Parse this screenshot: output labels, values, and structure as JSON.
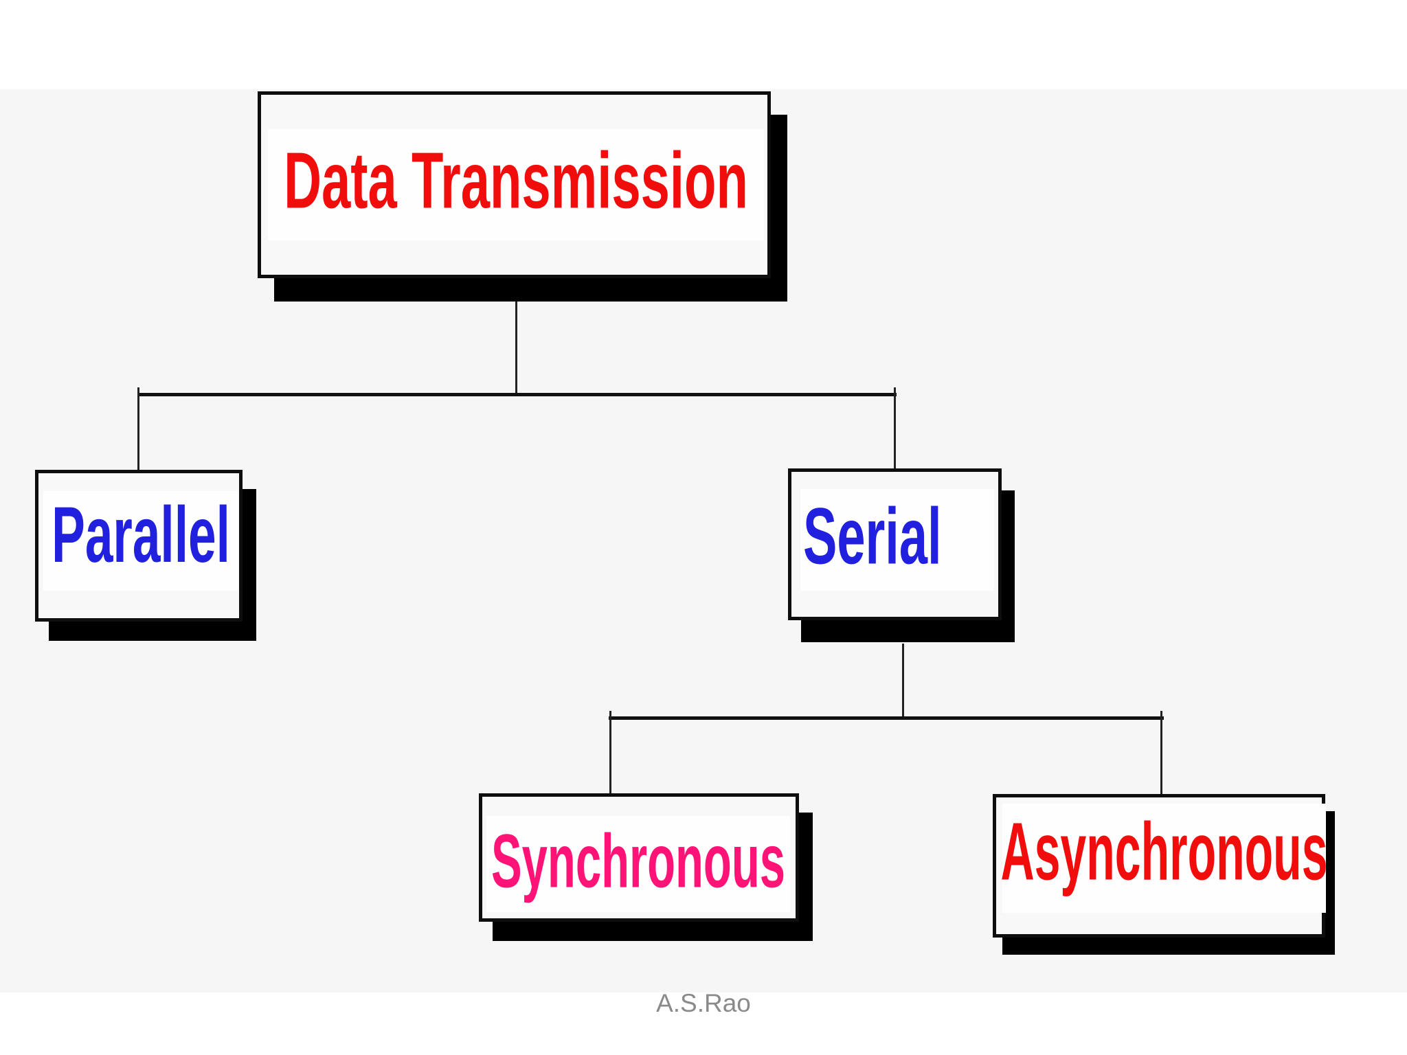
{
  "diagram": {
    "type": "tree",
    "nodes": [
      {
        "id": "data-transmission",
        "label": "Data Transmission",
        "level": 0,
        "text_color": "#f20d0d"
      },
      {
        "id": "parallel",
        "label": "Parallel",
        "level": 1,
        "text_color": "#2020de"
      },
      {
        "id": "serial",
        "label": "Serial",
        "level": 1,
        "text_color": "#2020de"
      },
      {
        "id": "synchronous",
        "label": "Synchronous",
        "level": 2,
        "text_color": "#ff1377"
      },
      {
        "id": "asynchronous",
        "label": "Asynchronous",
        "level": 2,
        "text_color": "#f20d0d"
      }
    ],
    "edges": [
      {
        "from": "Data Transmission",
        "to": "Parallel"
      },
      {
        "from": "Data Transmission",
        "to": "Serial"
      },
      {
        "from": "Serial",
        "to": "Synchronous"
      },
      {
        "from": "Serial",
        "to": "Asynchronous"
      }
    ],
    "colors": {
      "node_border": "#0e0e0e",
      "node_shadow": "#000000",
      "node_fill": "#f9f8f9",
      "label_background": "#fefefe",
      "connector": "#1a1a1a",
      "page_background": "#f6f6f7"
    }
  },
  "footer": {
    "author": "A.S.Rao"
  }
}
